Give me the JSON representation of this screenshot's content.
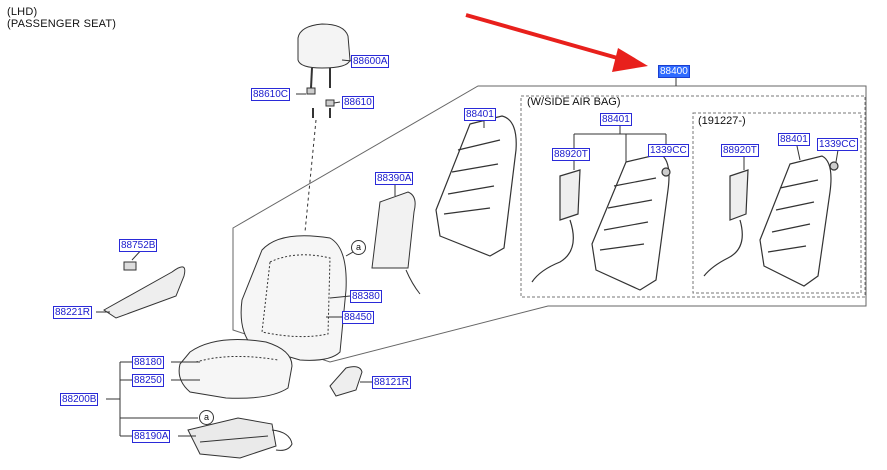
{
  "header": {
    "line1": "(LHD)",
    "line2": "(PASSENGER SEAT)"
  },
  "variant_labels": {
    "side_airbag": "(W/SIDE AIR BAG)",
    "date_variant": "(191227-)"
  },
  "callout": "a",
  "parts": {
    "p88600A": "88600A",
    "p88610C": "88610C",
    "p88610": "88610",
    "p88401_main": "88401",
    "p88390A": "88390A",
    "p88752B": "88752B",
    "p88221R": "88221R",
    "p88380": "88380",
    "p88450": "88450",
    "p88180": "88180",
    "p88250": "88250",
    "p88200B": "88200B",
    "p88121R": "88121R",
    "p88190A": "88190A",
    "p88400": "88400",
    "p88401_airbag": "88401",
    "p88920T_airbag": "88920T",
    "p1339CC_airbag": "1339CC",
    "p88920T_date": "88920T",
    "p88401_date": "88401",
    "p1339CC_date": "1339CC"
  },
  "colors": {
    "arrow": "#e8201c",
    "link": "#1a1acc",
    "selected": "#2f6bff",
    "line": "#333333"
  }
}
